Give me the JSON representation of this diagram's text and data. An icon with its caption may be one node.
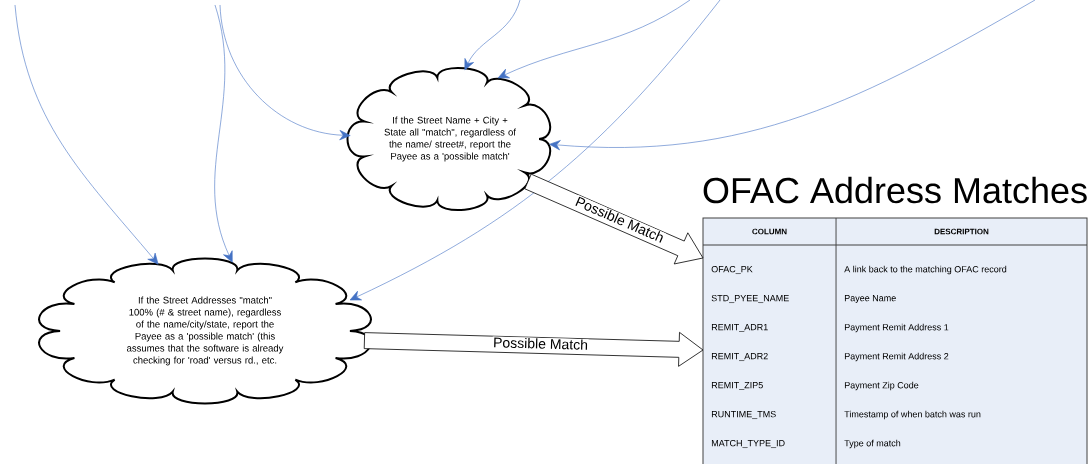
{
  "diagram": {
    "nodes": [
      {
        "text": [
          "If the Street Name + City + State all \"match\", regardless of the name/ street#, report the Payee as a 'possible match'"
        ]
      },
      {
        "text": [
          "If the Street Addresses \"match\" 100% (# & street name), regardless of the name/city/state, report the Payee as a 'possible match' (this assumes that the software is already checking for 'road' versus rd., etc."
        ]
      },
      {
        "text": [
          "OFAC Address Matches"
        ]
      }
    ],
    "edges": [
      {
        "from": null,
        "to": 0,
        "arrow": "to"
      },
      {
        "from": null,
        "to": 0,
        "arrow": "to"
      },
      {
        "from": null,
        "to": 0,
        "arrow": "to"
      },
      {
        "from": null,
        "to": 0,
        "arrow": "to"
      },
      {
        "from": null,
        "to": 1,
        "arrow": "to"
      },
      {
        "from": null,
        "to": 1,
        "arrow": "to"
      },
      {
        "from": null,
        "to": 1,
        "arrow": "to"
      },
      {
        "from": 0,
        "to": 2,
        "arrow": "to",
        "label": "Possible Match",
        "color": "#000000"
      },
      {
        "from": 1,
        "to": 2,
        "arrow": "to",
        "label": "Possible Match",
        "color": "#000000"
      }
    ],
    "labels": [
      "COLUMN",
      "DESCRIPTION",
      "OFAC_PK",
      "A link back to the matching OFAC record",
      "STD_PYEE_NAME",
      "Payee Name",
      "REMIT_ADR1",
      "Payment Remit Address 1",
      "REMIT_ADR2",
      "Payment Remit Address 2",
      "REMIT_ZIP5",
      "Payment Zip Code",
      "RUNTIME_TMS",
      "Timestamp of when batch was run",
      "MATCH_TYPE_ID",
      "Type of match"
    ]
  }
}
